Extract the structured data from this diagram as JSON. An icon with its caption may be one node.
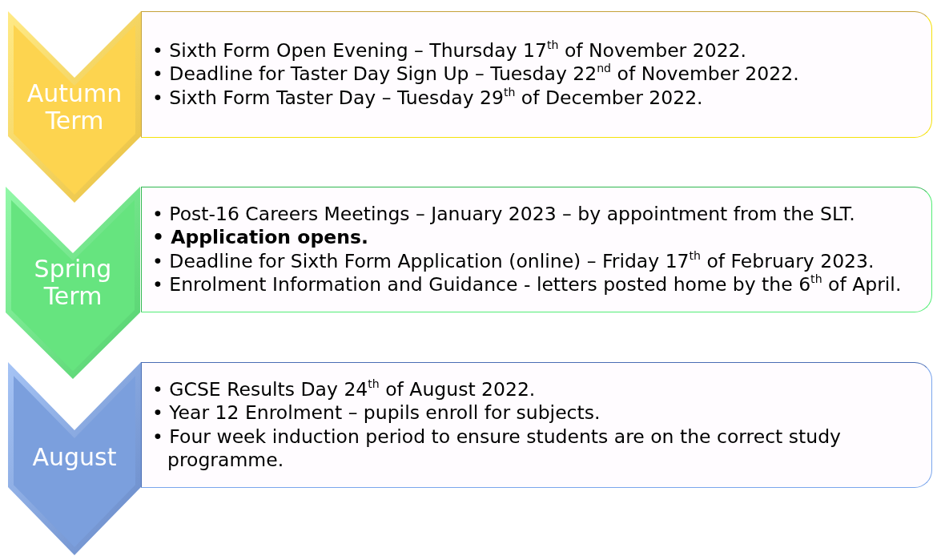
{
  "diagram": {
    "nodes": [
      {
        "text": [
          "Autumn Term"
        ]
      },
      {
        "text": [
          "• Sixth Form Open Evening – Thursday 17$^{th}$ of November 2022.",
          "• Deadline for Taster Day Sign Up – Tuesday 22$^{nd}$ of November 2022.",
          "• Sixth Form Taster Day – Tuesday 29$^{th}$ of December 2022."
        ]
      },
      {
        "text": [
          "Spring Term"
        ]
      },
      {
        "text": [
          "• Post-16 Careers Meetings – January 2023 – by appointment from the SLT.",
          "• Application opens.",
          "• Deadline for Sixth Form Application (online) – Friday 17$^{th}$ of February 2023.",
          "• Enrolment Information and Guidance - letters posted home by the 6$^{th}$ of April."
        ]
      },
      {
        "text": [
          "August"
        ]
      },
      {
        "text": [
          "• GCSE Results Day 24$^{th}$ of August 2022.",
          "• Year 12 Enrolment – pupils enroll for subjects.",
          "• Four week induction period to ensure students are on the correct study programme."
        ]
      }
    ]
  }
}
